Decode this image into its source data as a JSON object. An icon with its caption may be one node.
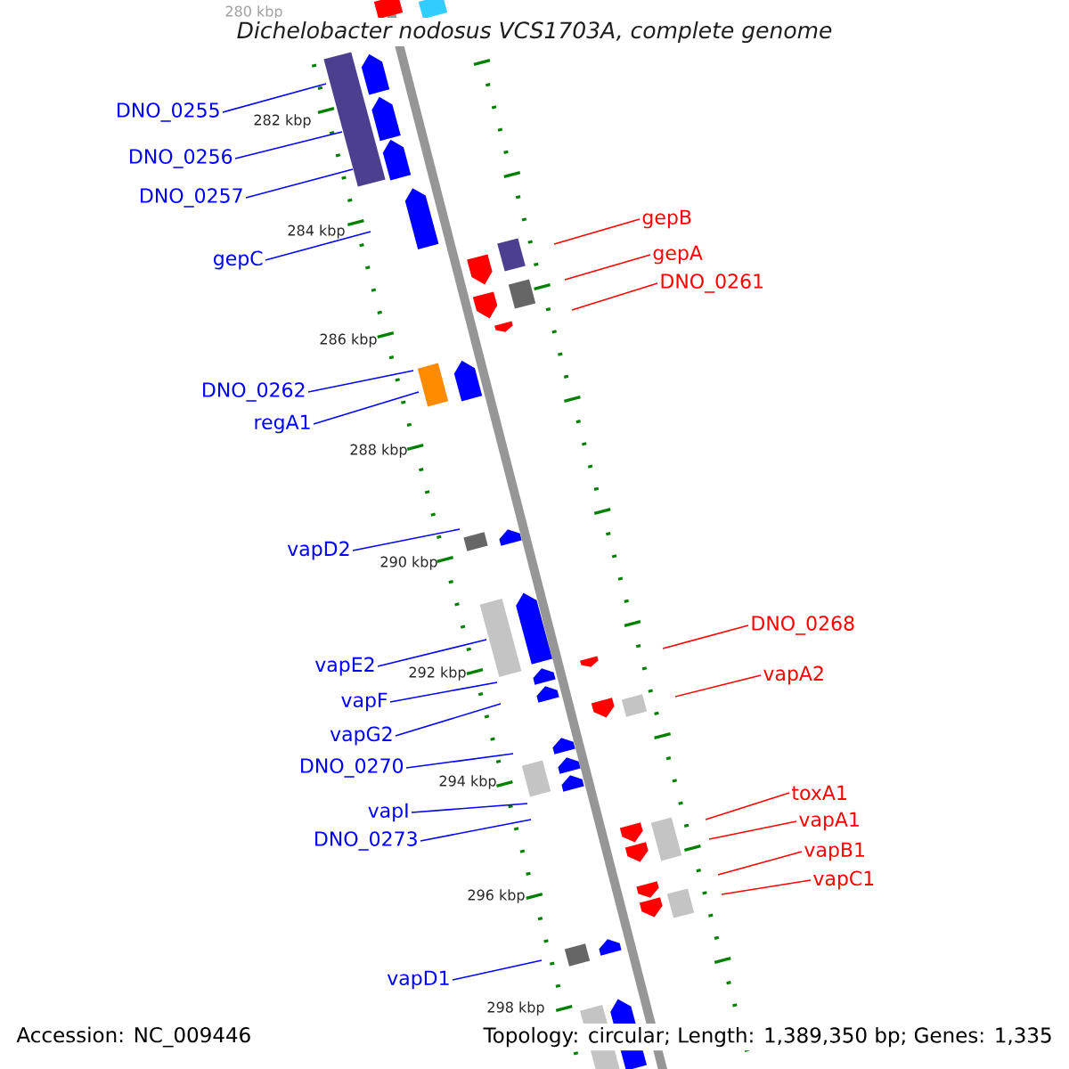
{
  "diagram": {
    "title": "Dichelobacter nodosus VCS1703A, complete genome",
    "nodes": [
      {
        "text": [
          "DNO_0255"
        ]
      },
      {
        "text": [
          "DNO_0256"
        ]
      },
      {
        "text": [
          "DNO_0257"
        ]
      },
      {
        "text": [
          "gepB"
        ]
      },
      {
        "text": [
          "gepA"
        ]
      },
      {
        "text": [
          "gepC"
        ]
      },
      {
        "text": [
          "DNO_0261"
        ]
      },
      {
        "text": [
          "DNO_0262"
        ]
      },
      {
        "text": [
          "regA1"
        ]
      },
      {
        "text": [
          "vapD2"
        ]
      },
      {
        "text": [
          "DNO_0268"
        ]
      },
      {
        "text": [
          "vapE2"
        ]
      },
      {
        "text": [
          "vapA2"
        ]
      },
      {
        "text": [
          "vapF"
        ]
      },
      {
        "text": [
          "vapG2"
        ]
      },
      {
        "text": [
          "DNO_0270"
        ]
      },
      {
        "text": [
          "toxA1"
        ]
      },
      {
        "text": [
          "vapI"
        ]
      },
      {
        "text": [
          "vapA1"
        ]
      },
      {
        "text": [
          "DNO_0273"
        ]
      },
      {
        "text": [
          "vapB1"
        ]
      },
      {
        "text": [
          "vapC1"
        ]
      },
      {
        "text": [
          "vapD1"
        ]
      }
    ],
    "edges": [
      {
        "from": 0,
        "to": null,
        "arrow": "none"
      },
      {
        "from": 1,
        "to": null,
        "arrow": "none"
      },
      {
        "from": 2,
        "to": null,
        "arrow": "none"
      },
      {
        "from": 3,
        "to": null,
        "arrow": "none",
        "color": "#ff0000"
      },
      {
        "from": 4,
        "to": null,
        "arrow": "none",
        "color": "#ff0000"
      },
      {
        "from": 5,
        "to": null,
        "arrow": "none"
      },
      {
        "from": 6,
        "to": null,
        "arrow": "none",
        "color": "#ff0000"
      },
      {
        "from": 7,
        "to": null,
        "arrow": "none"
      },
      {
        "from": 8,
        "to": null,
        "arrow": "none"
      },
      {
        "from": 9,
        "to": null,
        "arrow": "none"
      },
      {
        "from": 10,
        "to": null,
        "arrow": "none",
        "color": "#ff0000"
      },
      {
        "from": 11,
        "to": null,
        "arrow": "none"
      },
      {
        "from": 12,
        "to": null,
        "arrow": "none",
        "color": "#ff0000"
      },
      {
        "from": 13,
        "to": null,
        "arrow": "none"
      },
      {
        "from": 14,
        "to": null,
        "arrow": "none"
      },
      {
        "from": 15,
        "to": null,
        "arrow": "none"
      },
      {
        "from": 16,
        "to": null,
        "arrow": "none",
        "color": "#ff0000"
      },
      {
        "from": 17,
        "to": null,
        "arrow": "none"
      },
      {
        "from": 18,
        "to": null,
        "arrow": "none",
        "color": "#ff0000"
      },
      {
        "from": 19,
        "to": null,
        "arrow": "none"
      },
      {
        "from": 20,
        "to": null,
        "arrow": "none",
        "color": "#ff0000"
      },
      {
        "from": 21,
        "to": null,
        "arrow": "none",
        "color": "#ff0000"
      },
      {
        "from": 22,
        "to": null,
        "arrow": "none"
      }
    ],
    "labels": [
      "280 kbp",
      "282 kbp",
      "284 kbp",
      "286 kbp",
      "288 kbp",
      "290 kbp",
      "292 kbp",
      "294 kbp",
      "296 kbp",
      "298 kbp",
      "Accession: NC_009446",
      "Topology: circular; Length: 1,389,350 bp; Genes: 1,335"
    ]
  }
}
